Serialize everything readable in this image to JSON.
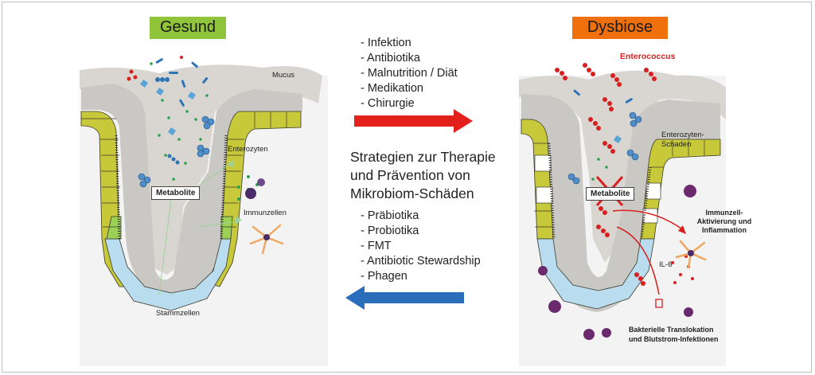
{
  "left_panel": {
    "title": "Gesund",
    "title_color": "#8fc43b",
    "labels": {
      "mucus": "Mucus",
      "enterocytes": "Enterozyten",
      "metabolites": "Metabolite",
      "immune_cells": "Immunzellen",
      "stem_cells": "Stammzellen"
    }
  },
  "right_panel": {
    "title": "Dysbiose",
    "title_color": "#f0700e",
    "labels": {
      "enterococcus": "Enterococcus",
      "enterocyte_damage_line1": "Enterozyten-",
      "enterocyte_damage_line2": "Schaden",
      "metabolites": "Metabolite",
      "immune_activation_line1": "Immunzell-",
      "immune_activation_line2": "Aktivierung und",
      "immune_activation_line3": "Inflammation",
      "il6": "IL-6",
      "translocation_line1": "Bakterielle Translokation",
      "translocation_line2": "und Blutstrom-Infektionen"
    }
  },
  "center": {
    "risk_factors": [
      "- Infektion",
      "- Antibiotika",
      "- Malnutrition / Diät",
      "- Medikation",
      "- Chirurgie"
    ],
    "strategy_title_line1": "Strategien zur Therapie",
    "strategy_title_line2": "und Prävention von",
    "strategy_title_line3": "Mikrobiom-Schäden",
    "strategies": [
      "- Präbiotika",
      "- Probiotika",
      "- FMT",
      "- Antibiotic Stewardship",
      "- Phagen"
    ],
    "arrow_forward_color": "#e3201b",
    "arrow_back_color": "#2a6ebb"
  }
}
